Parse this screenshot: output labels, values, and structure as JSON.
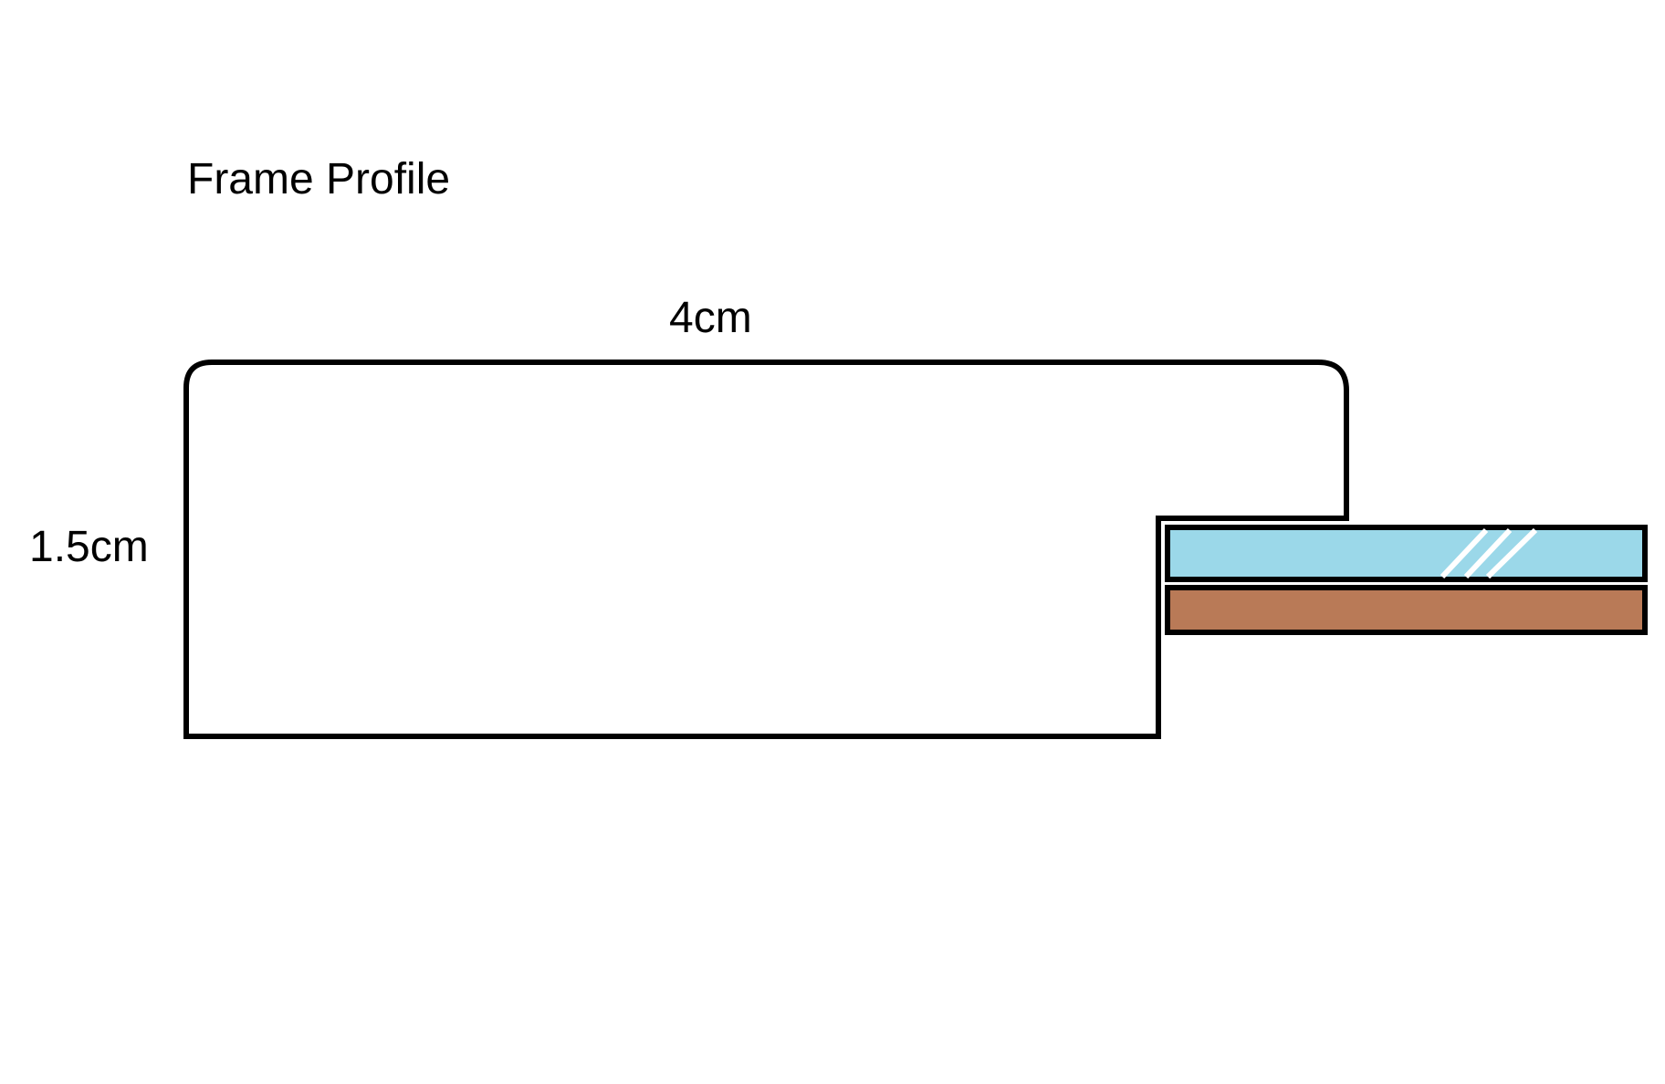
{
  "title": "Frame Profile",
  "dimensions": {
    "width_label": "4cm",
    "height_label": "1.5cm"
  },
  "colors": {
    "outline": "#000000",
    "glass": "#9bd8e9",
    "backing": "#b97a57",
    "background": "#ffffff"
  },
  "layers": [
    "glass",
    "backing-board"
  ]
}
